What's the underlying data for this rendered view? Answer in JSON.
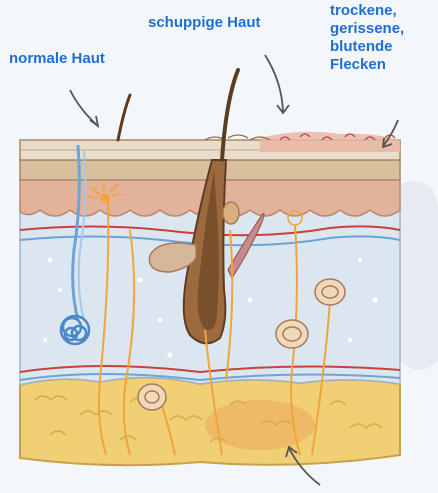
{
  "labels": {
    "normal": "normale Haut",
    "schuppig": "schuppige Haut",
    "trocken": "trockene,\ngerissene,\nblutende\nFlecken"
  },
  "colors": {
    "label_blue": "#1f6fd0",
    "skin_top": "#e9dccb",
    "epidermis": "#d8bf9e",
    "dermis": "#dbe6f0",
    "fat": "#f1cf74",
    "hair": "#5c3d22",
    "artery": "#c8423a",
    "vein": "#6da4d6",
    "nerve": "#f0a43c"
  },
  "icons": [
    "hair-icon",
    "sweat-gland-icon",
    "nerve-ending-icon",
    "blood-vessel-icon",
    "arrow-icon"
  ]
}
